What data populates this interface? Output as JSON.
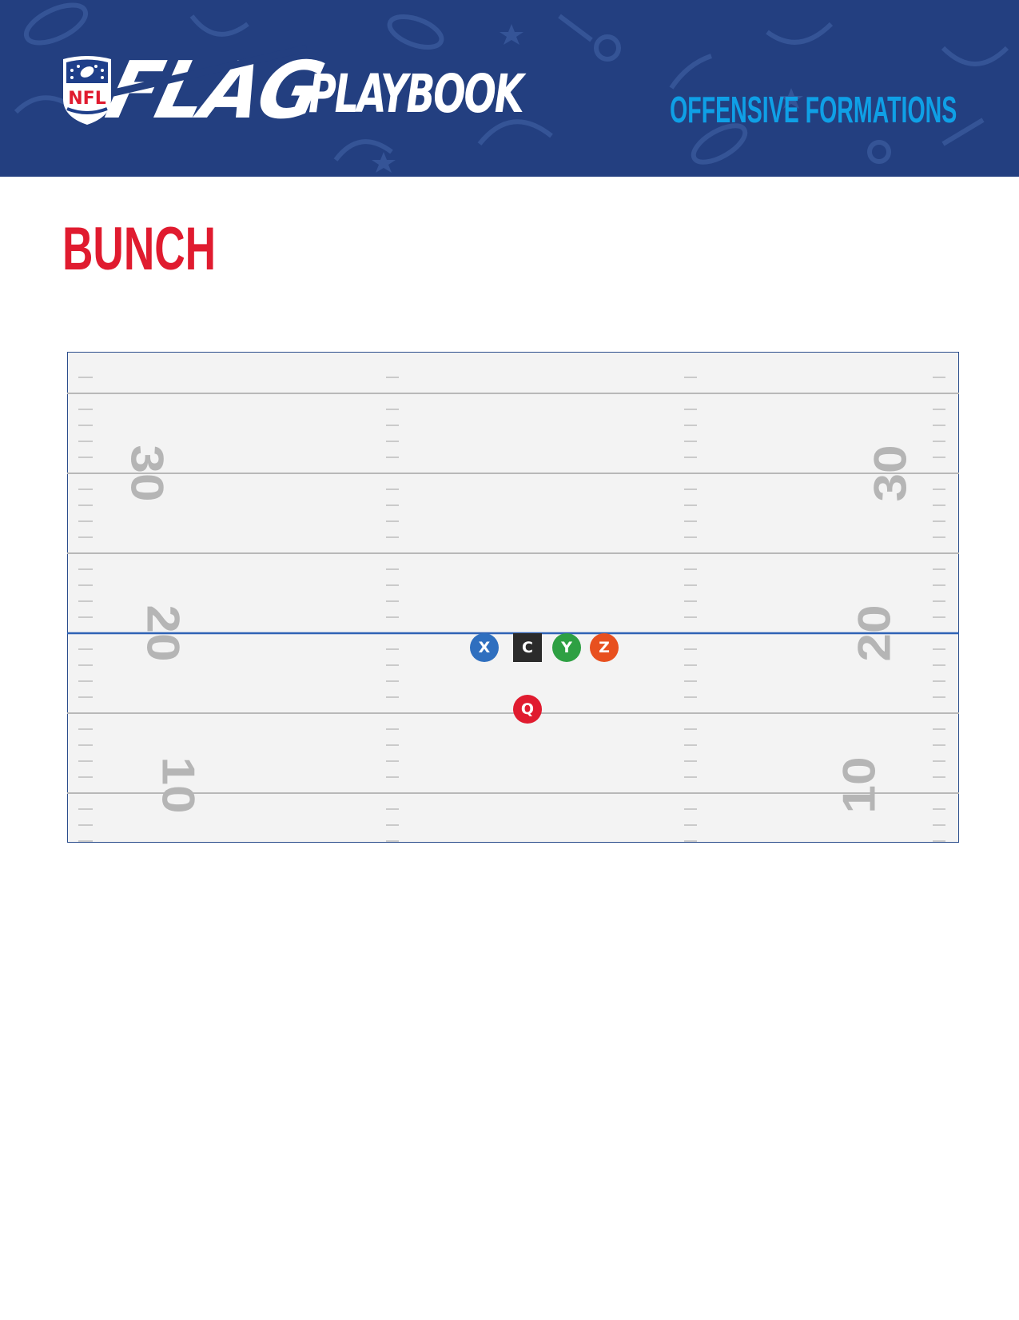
{
  "header": {
    "logo_text": "NFL",
    "brand_flag": "FLAG",
    "brand_playbook": "PLAYBOOK",
    "subtitle": "OFFENSIVE FORMATIONS",
    "background_color": "#233f80",
    "subtitle_color": "#0fa0e6"
  },
  "formation": {
    "title": "BUNCH",
    "title_color": "#e01b2f"
  },
  "field": {
    "yard_numbers": [
      "30",
      "20",
      "10"
    ],
    "line_of_scrimmage_color": "#2f63b5",
    "players": [
      {
        "label": "X",
        "shape": "circle",
        "color": "#2f6fbf"
      },
      {
        "label": "C",
        "shape": "square",
        "color": "#2b2b2b"
      },
      {
        "label": "Y",
        "shape": "circle",
        "color": "#2ea043"
      },
      {
        "label": "Z",
        "shape": "circle",
        "color": "#e8501f"
      },
      {
        "label": "Q",
        "shape": "circle",
        "color": "#e01b2f"
      }
    ]
  }
}
